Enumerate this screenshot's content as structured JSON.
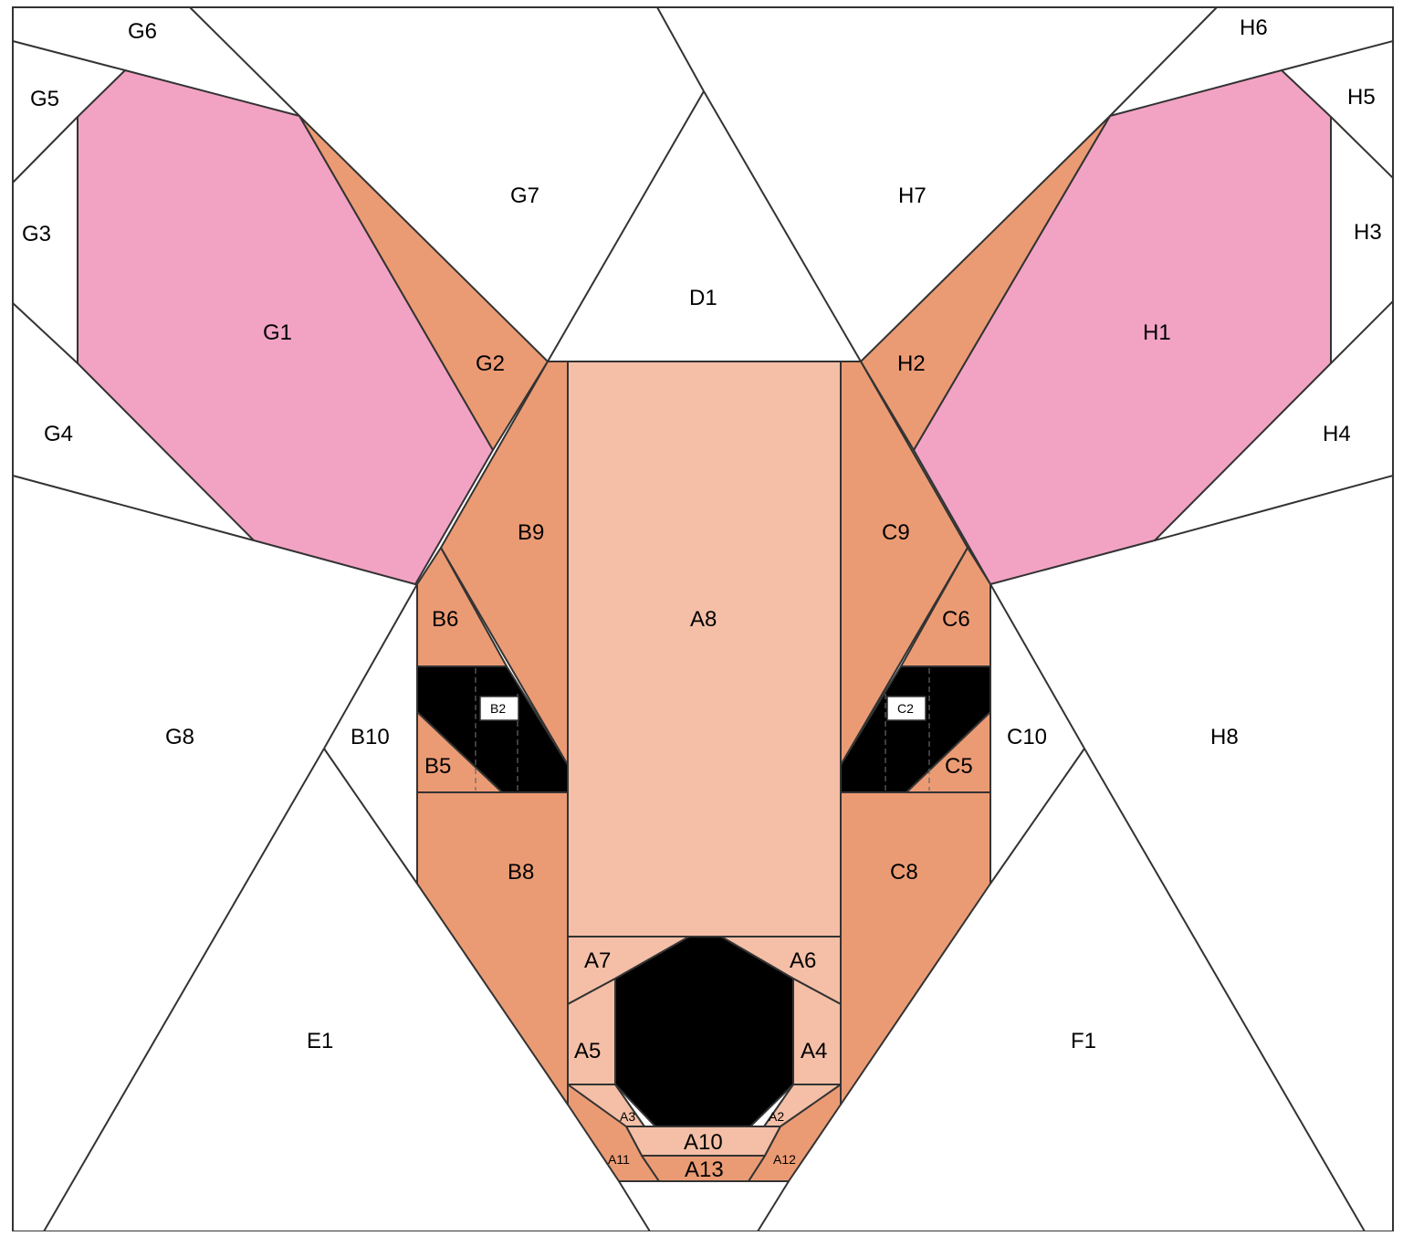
{
  "colors": {
    "background": "#ffffff",
    "pink": "#f2a3c4",
    "tan": "#eb9b74",
    "light": "#f4bfa6",
    "black": "#000000",
    "outline": "#333333"
  },
  "pieces": {
    "A2": "A2",
    "A3": "A3",
    "A4": "A4",
    "A5": "A5",
    "A6": "A6",
    "A7": "A7",
    "A8": "A8",
    "A10": "A10",
    "A11": "A11",
    "A12": "A12",
    "A13": "A13",
    "B2": "B2",
    "B5": "B5",
    "B6": "B6",
    "B8": "B8",
    "B9": "B9",
    "B10": "B10",
    "C2": "C2",
    "C5": "C5",
    "C6": "C6",
    "C8": "C8",
    "C9": "C9",
    "C10": "C10",
    "D1": "D1",
    "E1": "E1",
    "F1": "F1",
    "G1": "G1",
    "G2": "G2",
    "G3": "G3",
    "G4": "G4",
    "G5": "G5",
    "G6": "G6",
    "G7": "G7",
    "G8": "G8",
    "H1": "H1",
    "H2": "H2",
    "H3": "H3",
    "H4": "H4",
    "H5": "H5",
    "H6": "H6",
    "H7": "H7",
    "H8": "H8"
  }
}
